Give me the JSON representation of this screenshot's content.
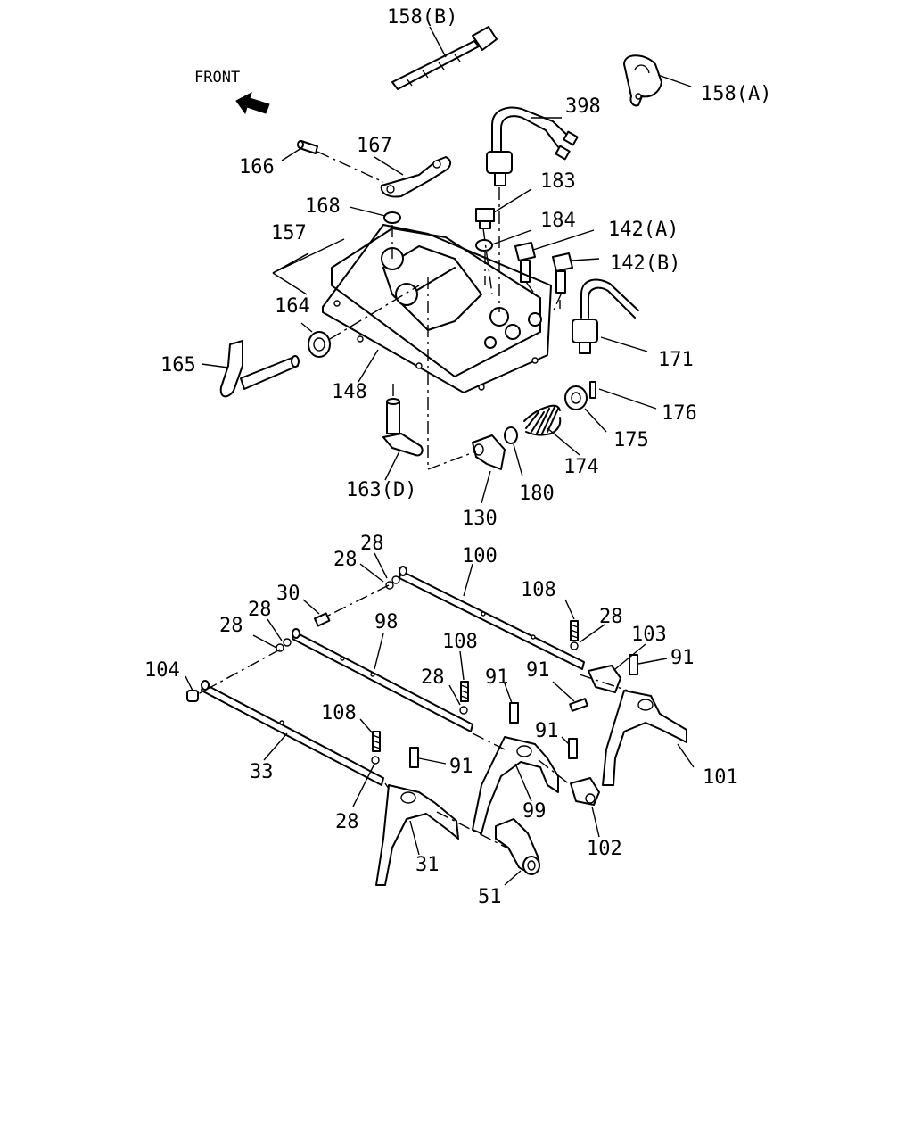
{
  "front_label": "FRONT",
  "callouts": {
    "c158b": "158(B)",
    "c158a": "158(A)",
    "c398": "398",
    "c166": "166",
    "c167": "167",
    "c183": "183",
    "c168": "168",
    "c184": "184",
    "c142a": "142(A)",
    "c157": "157",
    "c142b": "142(B)",
    "c164": "164",
    "c171": "171",
    "c165": "165",
    "c148": "148",
    "c176": "176",
    "c175": "175",
    "c174": "174",
    "c163d": "163(D)",
    "c180": "180",
    "c130": "130",
    "c28_a": "28",
    "c28_b": "28",
    "c100": "100",
    "c30": "30",
    "c108_a": "108",
    "c28_c": "28",
    "c28_d": "28",
    "c28_e": "28",
    "c98": "98",
    "c103": "103",
    "c108_b": "108",
    "c91_a": "91",
    "c104": "104",
    "c28_f": "28",
    "c91_b": "91",
    "c91_c": "91",
    "c108_c": "108",
    "c91_d": "91",
    "c101": "101",
    "c33": "33",
    "c91_e": "91",
    "c99": "99",
    "c28_g": "28",
    "c102": "102",
    "c31": "31",
    "c51": "51"
  }
}
